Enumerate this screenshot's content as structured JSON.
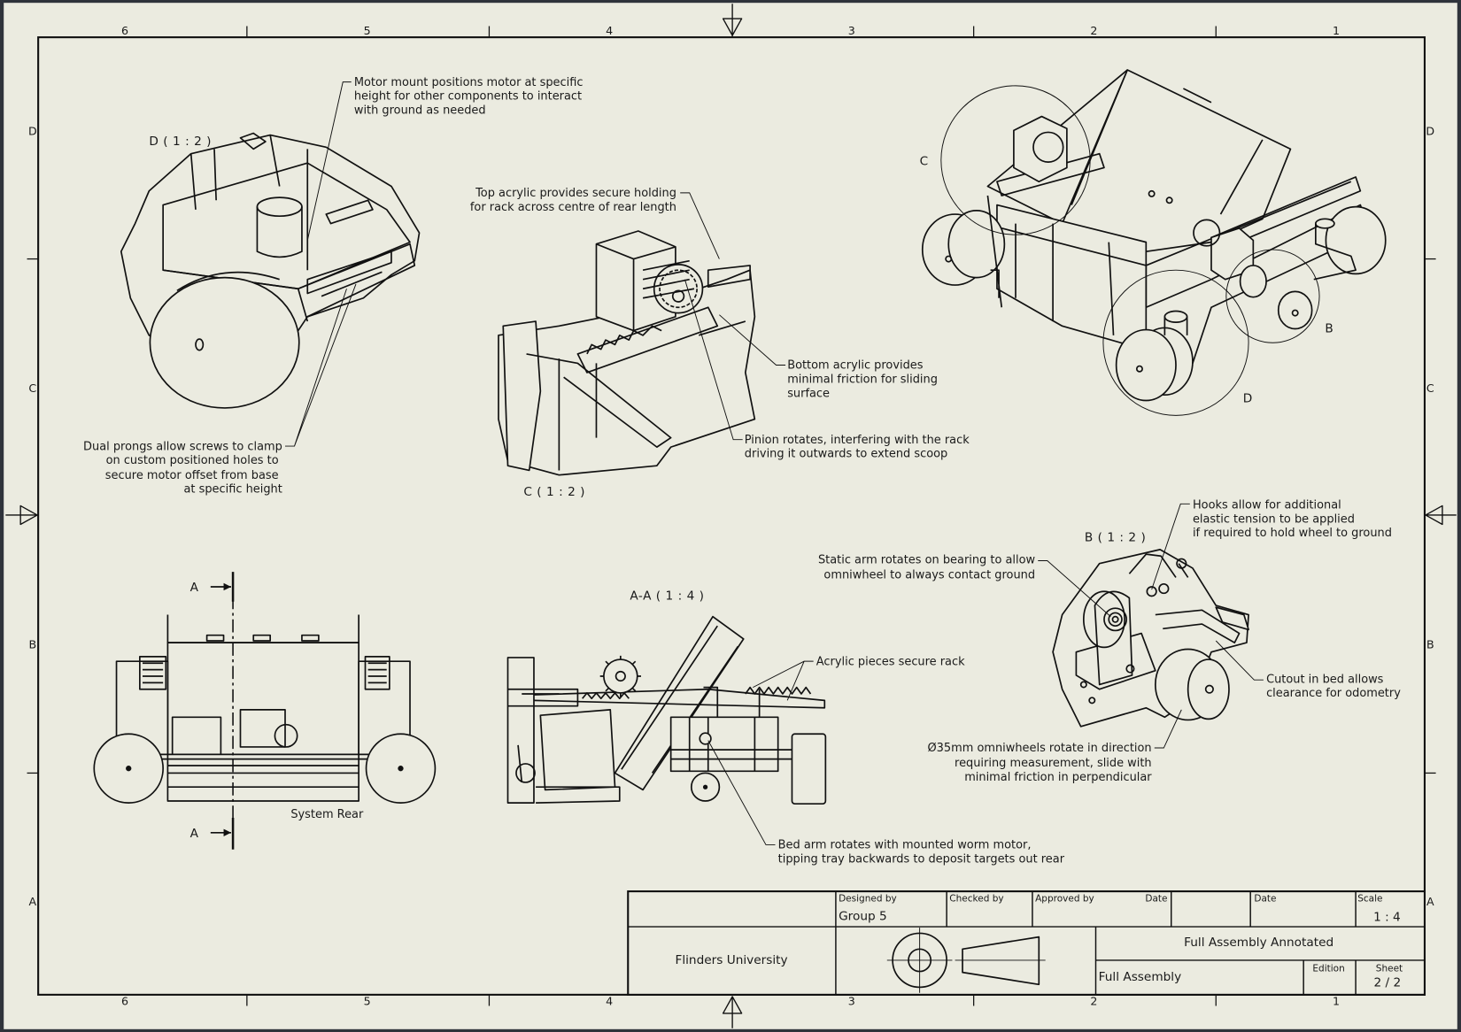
{
  "colors": {
    "paper": "#ebebe0",
    "ink": "#111111",
    "surround": "#2f333b"
  },
  "zones": {
    "columns": [
      "6",
      "5",
      "4",
      "3",
      "2",
      "1"
    ],
    "rows": [
      "D",
      "C",
      "B",
      "A"
    ]
  },
  "views": {
    "detail_d": {
      "label": "D ( 1 : 2 )"
    },
    "detail_c": {
      "label": "C ( 1 : 2 )"
    },
    "detail_b": {
      "label": "B ( 1 : 2 )"
    },
    "section": {
      "label": "A-A ( 1 : 4 )"
    },
    "rear": {
      "label": "System Rear",
      "section_mark_top": "A",
      "section_mark_bottom": "A"
    },
    "iso": {
      "callout_c": "C",
      "callout_b": "B",
      "callout_d": "D"
    }
  },
  "annotations": {
    "motor_mount": [
      "Motor mount positions motor at specific",
      "height for other components to interact",
      "with ground as needed"
    ],
    "dual_prongs": [
      "Dual prongs allow screws to clamp",
      "on custom positioned holes to",
      "secure motor offset from base",
      "at specific height"
    ],
    "top_acrylic": [
      "Top acrylic provides secure holding",
      "for rack across centre of rear length"
    ],
    "bottom_acrylic": [
      "Bottom acrylic provides",
      "minimal friction for sliding",
      "surface"
    ],
    "pinion": [
      "Pinion rotates, interfering with the rack",
      "driving it outwards to extend scoop"
    ],
    "hooks": [
      "Hooks allow for additional",
      "elastic tension to be applied",
      "if required to hold wheel to ground"
    ],
    "static_arm": [
      "Static arm rotates on bearing to allow",
      "omniwheel to always contact ground"
    ],
    "cutout": [
      "Cutout in bed allows",
      "clearance for odometry"
    ],
    "omniwheels": [
      "Ø35mm omniwheels rotate in direction",
      "requiring measurement, slide with",
      "minimal friction in perpendicular"
    ],
    "acrylic_rack": [
      "Acrylic pieces secure rack"
    ],
    "bed_arm": [
      "Bed arm rotates with mounted worm motor,",
      "tipping tray backwards to deposit targets out rear"
    ]
  },
  "title_block": {
    "designed_by_label": "Designed by",
    "designed_by": "Group 5",
    "checked_by_label": "Checked by",
    "approved_by_label": "Approved by",
    "date_label_1": "Date",
    "date_label_2": "Date",
    "scale_label": "Scale",
    "scale": "1 : 4",
    "organization": "Flinders University",
    "title": "Full Assembly Annotated",
    "subtitle": "Full Assembly",
    "edition_label": "Edition",
    "sheet_label": "Sheet",
    "sheet": "2 / 2"
  }
}
